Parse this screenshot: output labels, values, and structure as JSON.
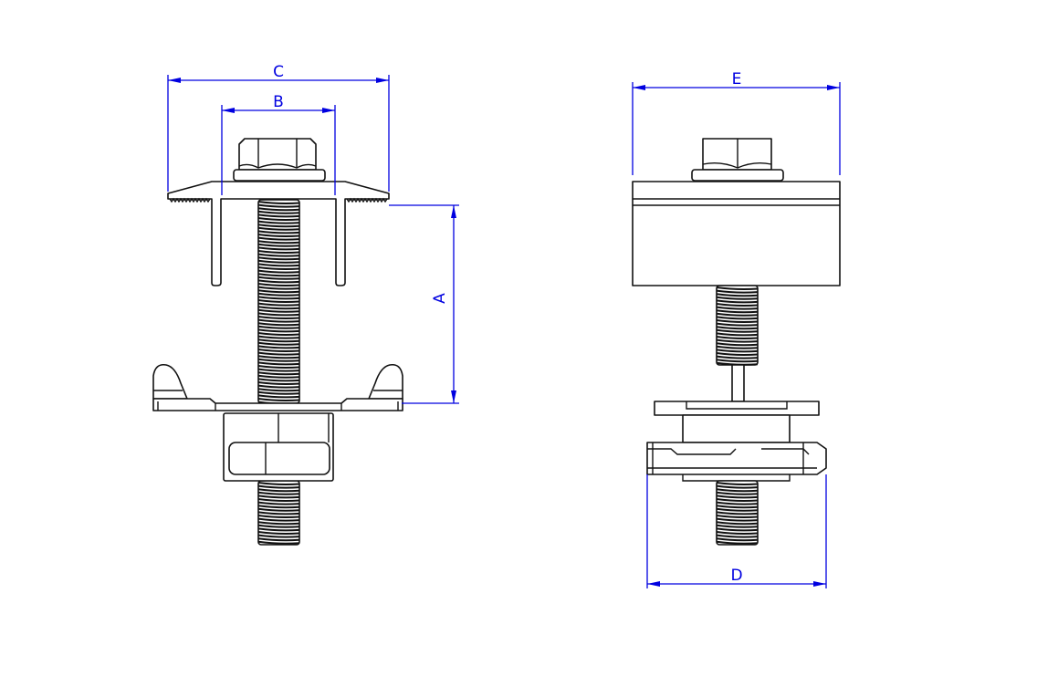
{
  "dimensions": {
    "A": "A",
    "B": "B",
    "C": "C",
    "D": "D",
    "E": "E"
  },
  "colors": {
    "dimension": "#0000e0",
    "outline": "#111111"
  }
}
